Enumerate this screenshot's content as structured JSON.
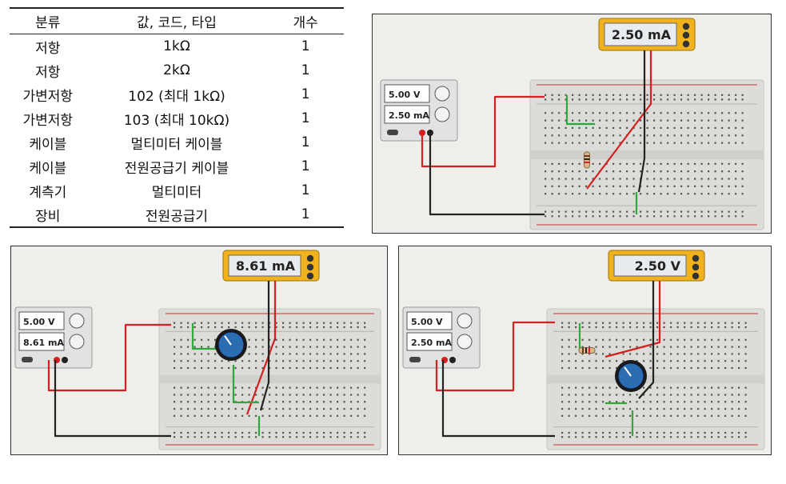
{
  "table": {
    "headers": [
      "분류",
      "값, 코드, 타입",
      "개수"
    ],
    "rows": [
      [
        "저항",
        "1kΩ",
        "1"
      ],
      [
        "저항",
        "2kΩ",
        "1"
      ],
      [
        "가변저항",
        "102 (최대 1kΩ)",
        "1"
      ],
      [
        "가변저항",
        "103 (최대 10kΩ)",
        "1"
      ],
      [
        "케이블",
        "멀티미터 케이블",
        "1"
      ],
      [
        "케이블",
        "전원공급기 케이블",
        "1"
      ],
      [
        "계측기",
        "멀티미터",
        "1"
      ],
      [
        "장비",
        "전원공급기",
        "1"
      ]
    ]
  },
  "panels": [
    {
      "psu_voltage": "5.00 V",
      "psu_current": "2.50 mA",
      "meter": "2.50 mA"
    },
    {
      "psu_voltage": "5.00 V",
      "psu_current": "8.61 mA",
      "meter": "8.61 mA"
    },
    {
      "psu_voltage": "5.00 V",
      "psu_current": "2.50 mA",
      "meter": "2.50 V"
    }
  ],
  "colors": {
    "meter_body": "#f2b21d",
    "wire_red": "#d42020",
    "wire_black": "#222222",
    "jumper_green": "#2eaa3a",
    "knob_blue": "#2a6db3"
  }
}
